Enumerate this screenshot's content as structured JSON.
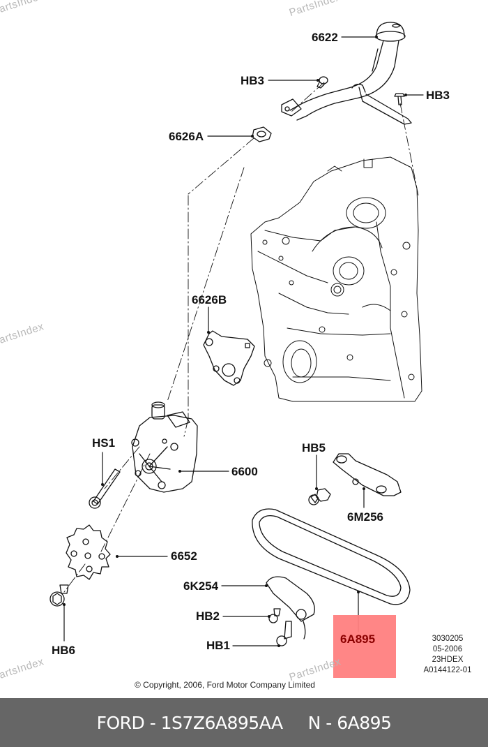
{
  "diagram": {
    "title": "Oil pump and timing chain exploded view",
    "callouts": {
      "c6622": "6622",
      "hb3_left": "HB3",
      "hb3_right": "HB3",
      "c6626a": "6626A",
      "c6626b": "6626B",
      "hs1": "HS1",
      "c6600": "6600",
      "hb5": "HB5",
      "c6m256": "6M256",
      "c6652": "6652",
      "c6k254": "6K254",
      "hb2": "HB2",
      "hb1": "HB1",
      "hb6": "HB6"
    },
    "highlighted_part": {
      "label": "6A895",
      "color": "#ff8080",
      "text_color": "#8b0000"
    },
    "reference_codes": [
      "3030205",
      "05-2006",
      "23HDEX",
      "A0144122-01"
    ],
    "copyright": "© Copyright, 2006, Ford Motor Company Limited",
    "watermark": "PartsIndex"
  },
  "footer": {
    "brand_part": "FORD - 1S7Z6A895AA",
    "ref_number": "N - 6A895",
    "background": "#666666"
  }
}
